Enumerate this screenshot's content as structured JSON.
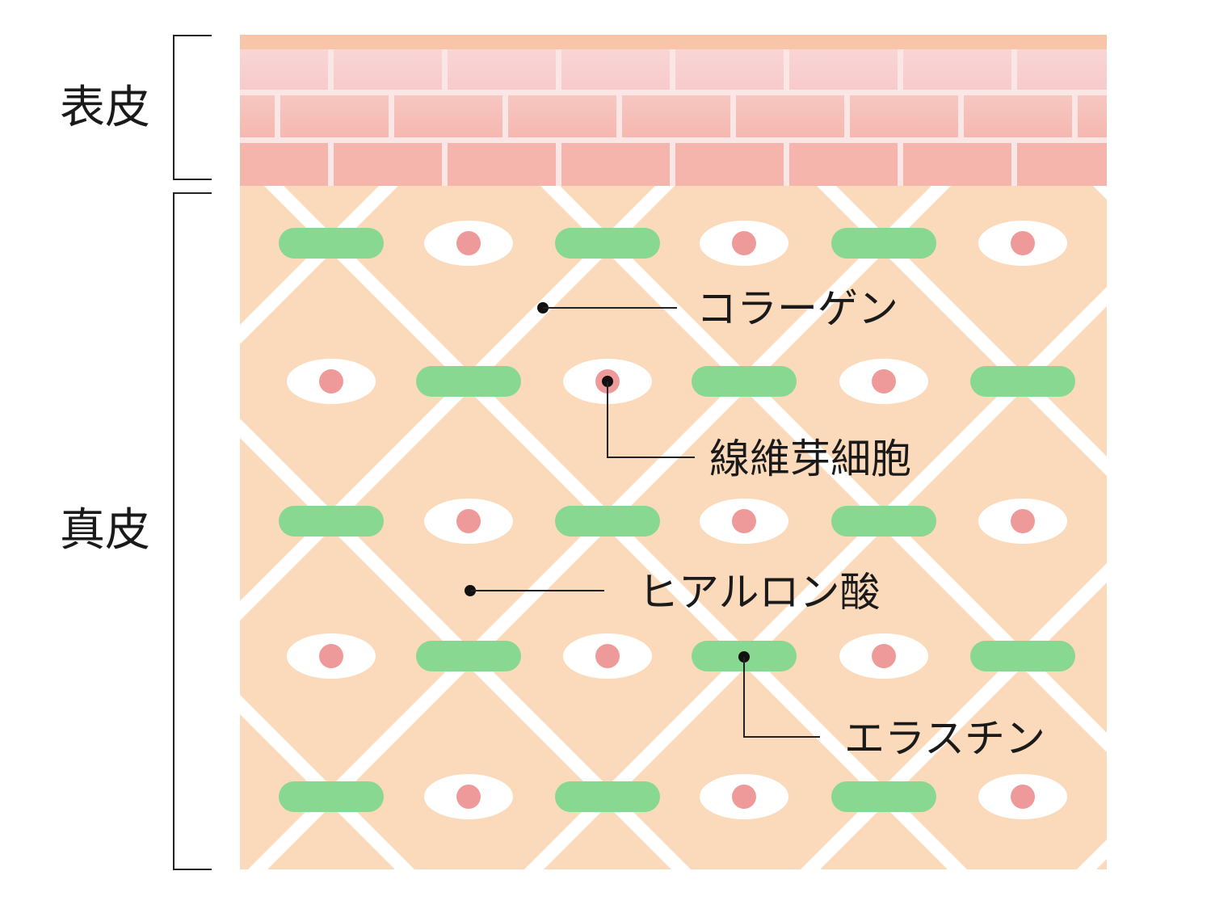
{
  "layers": {
    "epidermis": "表皮",
    "dermis": "真皮"
  },
  "annotations": {
    "collagen": "コラーゲン",
    "fibroblast": "線維芽細胞",
    "hyaluronic_acid": "ヒアルロン酸",
    "elastin": "エラスチン"
  },
  "colors": {
    "stratum_top": "#f8c5a8",
    "dermis_bg": "#fbdabb",
    "collagen": "#88d891",
    "fibroblast_nucleus": "#ef9a9a",
    "mortar": "#fbe6e6"
  }
}
